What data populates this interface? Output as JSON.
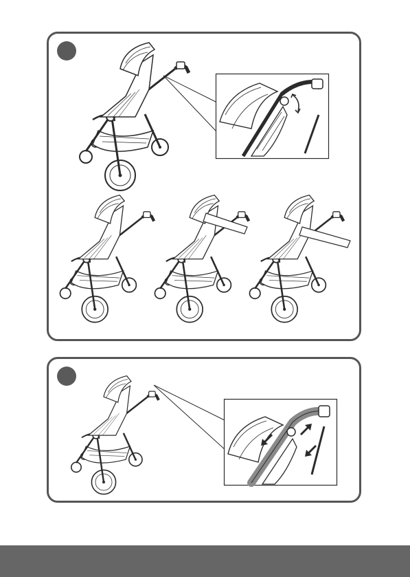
{
  "colors": {
    "line": "#2b2b2b",
    "panel_border": "#555555",
    "step_marker": "#5a5a5a",
    "footer": "#666666",
    "handle_grip": "#8a8a8a"
  },
  "panels": [
    {
      "step_marker": "filled-circle",
      "shows": [
        "stroller-overview",
        "handle-detail-zoom",
        "recline-positions"
      ]
    },
    {
      "step_marker": "filled-circle",
      "shows": [
        "stroller-overview",
        "handle-detail-zoom-with-arrows"
      ]
    }
  ],
  "icons": [
    "rotation-arrow-icon",
    "slide-arrow-icon"
  ]
}
